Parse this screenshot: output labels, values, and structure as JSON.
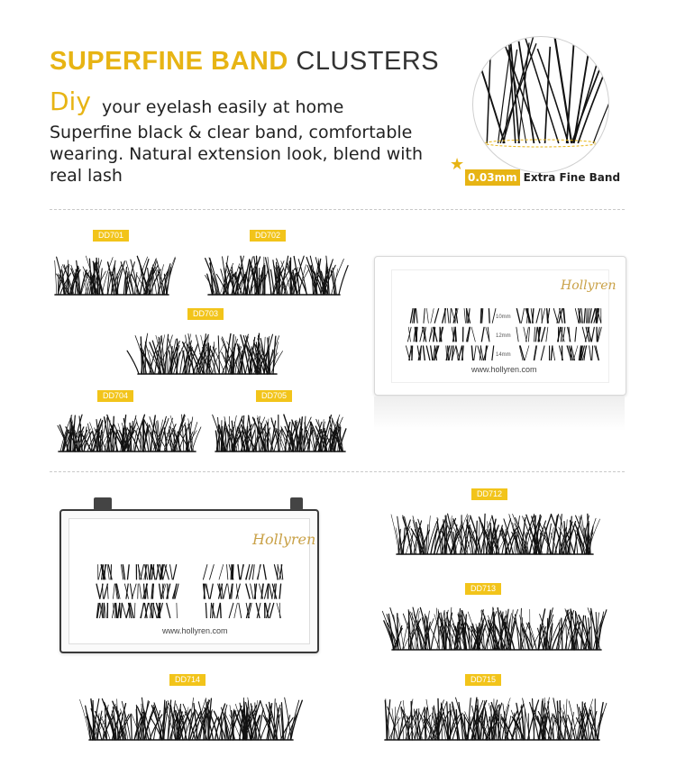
{
  "header": {
    "title_bold": "SUPERFINE BAND",
    "title_light": "CLUSTERS",
    "diy": "Diy",
    "subtitle": "your eyelash easily at home",
    "description": "Superfine black & clear band, comfortable wearing. Natural extension look, blend with real lash"
  },
  "band_callout": {
    "thickness": "0.03mm",
    "label": "Extra Fine Band",
    "icon": "star-icon"
  },
  "products": [
    {
      "code": "DD701"
    },
    {
      "code": "DD702"
    },
    {
      "code": "DD703"
    },
    {
      "code": "DD704"
    },
    {
      "code": "DD705"
    },
    {
      "code": "DD712"
    },
    {
      "code": "DD713"
    },
    {
      "code": "DD714"
    },
    {
      "code": "DD715"
    }
  ],
  "case_small": {
    "brand": "Hollyren",
    "url": "www.hollyren.com",
    "lengths": [
      "10mm",
      "12mm",
      "14mm"
    ]
  },
  "case_large": {
    "brand": "Hollyren",
    "url": "www.hollyren.com"
  },
  "colors": {
    "accent": "#e7b414",
    "tag": "#f2c41a"
  }
}
